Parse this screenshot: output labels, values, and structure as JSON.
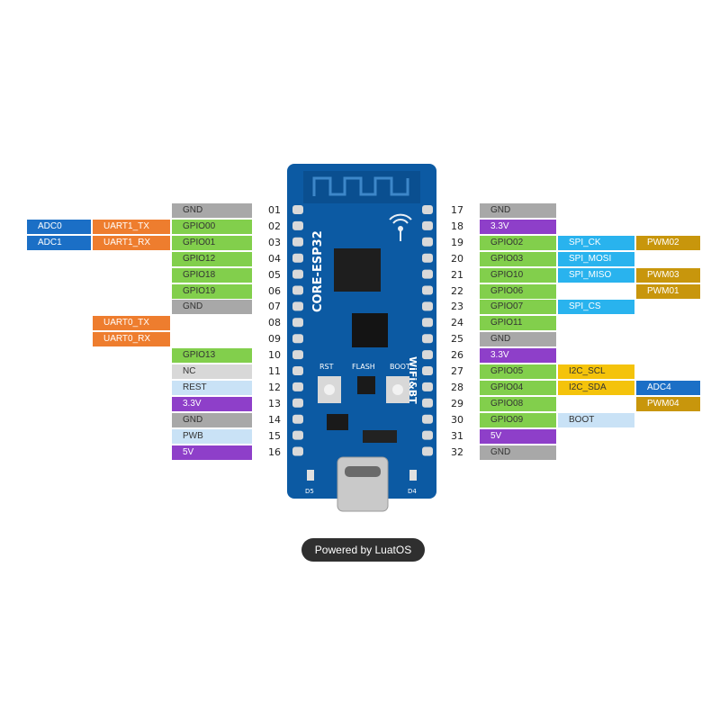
{
  "colors": {
    "gnd": "#a8a8a8",
    "power": "#8e3fc9",
    "gpio": "#82cf4c",
    "adc": "#1b6fc6",
    "uart": "#ee7d2e",
    "spi": "#29b3ee",
    "pwm": "#c8960c",
    "i2c": "#f4c30b",
    "nc": "#d8d8d8",
    "light": "#c9e2f6"
  },
  "left_pins": [
    {
      "num": "01",
      "labels": [
        {
          "text": "GND",
          "type": "gnd"
        }
      ]
    },
    {
      "num": "02",
      "labels": [
        {
          "text": "GPIO00",
          "type": "gpio"
        },
        {
          "text": "UART1_TX",
          "type": "uart"
        },
        {
          "text": "ADC0",
          "type": "adc"
        }
      ]
    },
    {
      "num": "03",
      "labels": [
        {
          "text": "GPIO01",
          "type": "gpio"
        },
        {
          "text": "UART1_RX",
          "type": "uart"
        },
        {
          "text": "ADC1",
          "type": "adc"
        }
      ]
    },
    {
      "num": "04",
      "labels": [
        {
          "text": "GPIO12",
          "type": "gpio"
        }
      ]
    },
    {
      "num": "05",
      "labels": [
        {
          "text": "GPIO18",
          "type": "gpio"
        }
      ]
    },
    {
      "num": "06",
      "labels": [
        {
          "text": "GPIO19",
          "type": "gpio"
        }
      ]
    },
    {
      "num": "07",
      "labels": [
        {
          "text": "GND",
          "type": "gnd"
        }
      ]
    },
    {
      "num": "08",
      "labels": [
        {
          "text": "",
          "type": "none"
        },
        {
          "text": "UART0_TX",
          "type": "uart"
        }
      ]
    },
    {
      "num": "09",
      "labels": [
        {
          "text": "",
          "type": "none"
        },
        {
          "text": "UART0_RX",
          "type": "uart"
        }
      ]
    },
    {
      "num": "10",
      "labels": [
        {
          "text": "GPIO13",
          "type": "gpio"
        }
      ]
    },
    {
      "num": "11",
      "labels": [
        {
          "text": "NC",
          "type": "nc"
        }
      ]
    },
    {
      "num": "12",
      "labels": [
        {
          "text": "REST",
          "type": "light"
        }
      ]
    },
    {
      "num": "13",
      "labels": [
        {
          "text": "3.3V",
          "type": "power"
        }
      ]
    },
    {
      "num": "14",
      "labels": [
        {
          "text": "GND",
          "type": "gnd"
        }
      ]
    },
    {
      "num": "15",
      "labels": [
        {
          "text": "PWB",
          "type": "light"
        }
      ]
    },
    {
      "num": "16",
      "labels": [
        {
          "text": "5V",
          "type": "power"
        }
      ]
    }
  ],
  "right_pins": [
    {
      "num": "17",
      "labels": [
        {
          "text": "GND",
          "type": "gnd"
        }
      ]
    },
    {
      "num": "18",
      "labels": [
        {
          "text": "3.3V",
          "type": "power"
        }
      ]
    },
    {
      "num": "19",
      "labels": [
        {
          "text": "GPIO02",
          "type": "gpio"
        },
        {
          "text": "SPI_CK",
          "type": "spi"
        },
        {
          "text": "PWM02",
          "type": "pwm"
        }
      ]
    },
    {
      "num": "20",
      "labels": [
        {
          "text": "GPIO03",
          "type": "gpio"
        },
        {
          "text": "SPI_MOSI",
          "type": "spi"
        }
      ]
    },
    {
      "num": "21",
      "labels": [
        {
          "text": "GPIO10",
          "type": "gpio"
        },
        {
          "text": "SPI_MISO",
          "type": "spi"
        },
        {
          "text": "PWM03",
          "type": "pwm"
        }
      ]
    },
    {
      "num": "22",
      "labels": [
        {
          "text": "GPIO06",
          "type": "gpio"
        },
        {
          "text": "",
          "type": "none"
        },
        {
          "text": "PWM01",
          "type": "pwm"
        }
      ]
    },
    {
      "num": "23",
      "labels": [
        {
          "text": "GPIO07",
          "type": "gpio"
        },
        {
          "text": "SPI_CS",
          "type": "spi"
        }
      ]
    },
    {
      "num": "24",
      "labels": [
        {
          "text": "GPIO11",
          "type": "gpio"
        }
      ]
    },
    {
      "num": "25",
      "labels": [
        {
          "text": "GND",
          "type": "gnd"
        }
      ]
    },
    {
      "num": "26",
      "labels": [
        {
          "text": "3.3V",
          "type": "power"
        }
      ]
    },
    {
      "num": "27",
      "labels": [
        {
          "text": "GPIO05",
          "type": "gpio"
        },
        {
          "text": "I2C_SCL",
          "type": "i2c"
        }
      ]
    },
    {
      "num": "28",
      "labels": [
        {
          "text": "GPIO04",
          "type": "gpio"
        },
        {
          "text": "I2C_SDA",
          "type": "i2c"
        },
        {
          "text": "ADC4",
          "type": "adc"
        }
      ]
    },
    {
      "num": "29",
      "labels": [
        {
          "text": "GPIO08",
          "type": "gpio"
        },
        {
          "text": "",
          "type": "none"
        },
        {
          "text": "PWM04",
          "type": "pwm"
        }
      ]
    },
    {
      "num": "30",
      "labels": [
        {
          "text": "GPIO09",
          "type": "gpio"
        },
        {
          "text": "BOOT",
          "type": "light"
        }
      ]
    },
    {
      "num": "31",
      "labels": [
        {
          "text": "5V",
          "type": "power"
        }
      ]
    },
    {
      "num": "32",
      "labels": [
        {
          "text": "GND",
          "type": "gnd"
        }
      ]
    }
  ],
  "board": {
    "silk_name": "CORE-ESP32",
    "silk_wifi": "WiFi&BT",
    "rst_label": "RST",
    "flash_label": "FLASH",
    "boot_label": "BOOT",
    "led_left": "D5",
    "led_right": "D4"
  },
  "footer": {
    "powered": "Powered by LuatOS"
  }
}
